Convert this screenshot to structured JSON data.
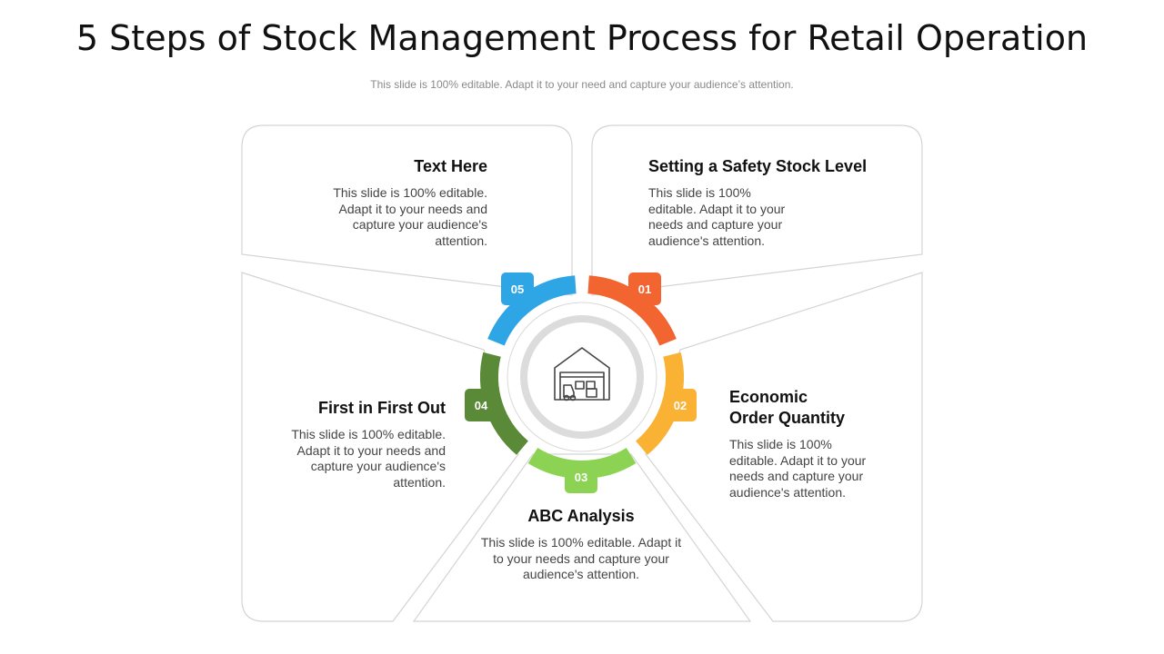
{
  "title": "5 Steps of Stock Management Process for Retail Operation",
  "subtitle": "This slide is 100% editable. Adapt it to your need and capture your audience’s attention.",
  "center_icon": "warehouse-icon",
  "steps": [
    {
      "number": "01",
      "heading": "Setting a Safety Stock Level",
      "text": "This slide is 100% editable. Adapt it to your needs and capture your audience's attention.",
      "color": "#F26430"
    },
    {
      "number": "02",
      "heading": "Economic Order Quantity",
      "text": "This slide is 100% editable. Adapt it to your needs and capture your audience's attention.",
      "color": "#F9B233"
    },
    {
      "number": "03",
      "heading": "ABC Analysis",
      "text": "This slide is 100% editable. Adapt it to your needs and capture your audience's attention.",
      "color": "#8DD353"
    },
    {
      "number": "04",
      "heading": "First in First Out",
      "text": "This slide is 100% editable. Adapt it to your needs and capture your audience's attention.",
      "color": "#5A8A37"
    },
    {
      "number": "05",
      "heading": "Text Here",
      "text": "This slide is 100% editable. Adapt it to your needs and capture your audience's attention.",
      "color": "#2EA6E6"
    }
  ]
}
